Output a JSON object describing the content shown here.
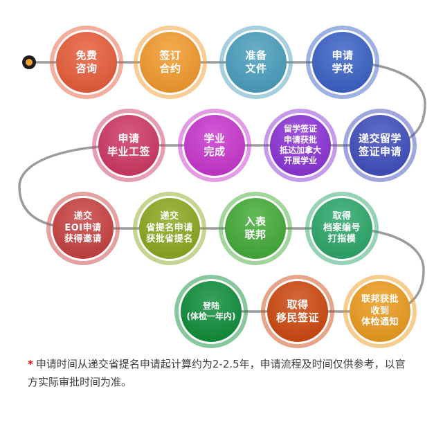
{
  "flowchart": {
    "connector_color": "#9b9b9b",
    "start_marker": {
      "ring_color": "#1f1f1f",
      "center_color": "#f0a030"
    },
    "steps": [
      {
        "label": "免费\n咨询",
        "color": "#E85E3C"
      },
      {
        "label": "签订\n合约",
        "color": "#F29B2E"
      },
      {
        "label": "准备\n文件",
        "color": "#4B9FBE"
      },
      {
        "label": "申请\n学校",
        "color": "#3C63C6"
      },
      {
        "label": "递交留学\n签证申请",
        "color": "#4150BE"
      },
      {
        "label": "留学签证\n申请获批\n抵达加拿大\n开展学业",
        "color": "#8C35D6"
      },
      {
        "label": "学业\n完成",
        "color": "#C838CE"
      },
      {
        "label": "申请\n毕业工签",
        "color": "#CE3A64"
      },
      {
        "label": "递交\nEOI申请\n获得邀请",
        "color": "#C84343"
      },
      {
        "label": "递交\n省提名申请\n获批省提名",
        "color": "#8CA922"
      },
      {
        "label": "入表\n联邦",
        "color": "#45AC3A"
      },
      {
        "label": "取得\n档案编号\n打指模",
        "color": "#2EA86B"
      },
      {
        "label": "联邦获批\n收到\n体检通知",
        "color": "#EC9C20"
      },
      {
        "label": "取得\n移民签证",
        "color": "#CE4A12"
      },
      {
        "label": "登陆\n(体检一年内)",
        "color": "#128F3C"
      }
    ]
  },
  "footnote": {
    "marker": "*",
    "marker_color": "#e60000",
    "text": "申请时间从递交省提名申请起计算约为2-2.5年，申请流程及时间仅供参考，以官方实际审批时间为准。"
  }
}
